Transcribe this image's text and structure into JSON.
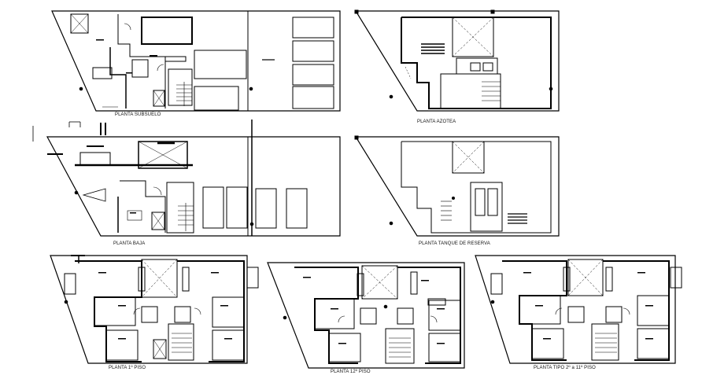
{
  "sheet": {
    "plans": [
      {
        "id": "subsuelo",
        "label": "PLANTA SUBSUELO"
      },
      {
        "id": "azotea",
        "label": "PLANTA AZOTEA"
      },
      {
        "id": "baja",
        "label": "PLANTA BAJA"
      },
      {
        "id": "tanque",
        "label": "PLANTA TANQUE DE RESERVA"
      },
      {
        "id": "piso1",
        "label": "PLANTA 1º PISO"
      },
      {
        "id": "piso12",
        "label": "PLANTA 12º PISO"
      },
      {
        "id": "tipo",
        "label": "PLANTA TIPO 2º a 11º PISO"
      }
    ]
  },
  "colors": {
    "line": "#000000",
    "background": "#ffffff",
    "thin": "#333333"
  }
}
